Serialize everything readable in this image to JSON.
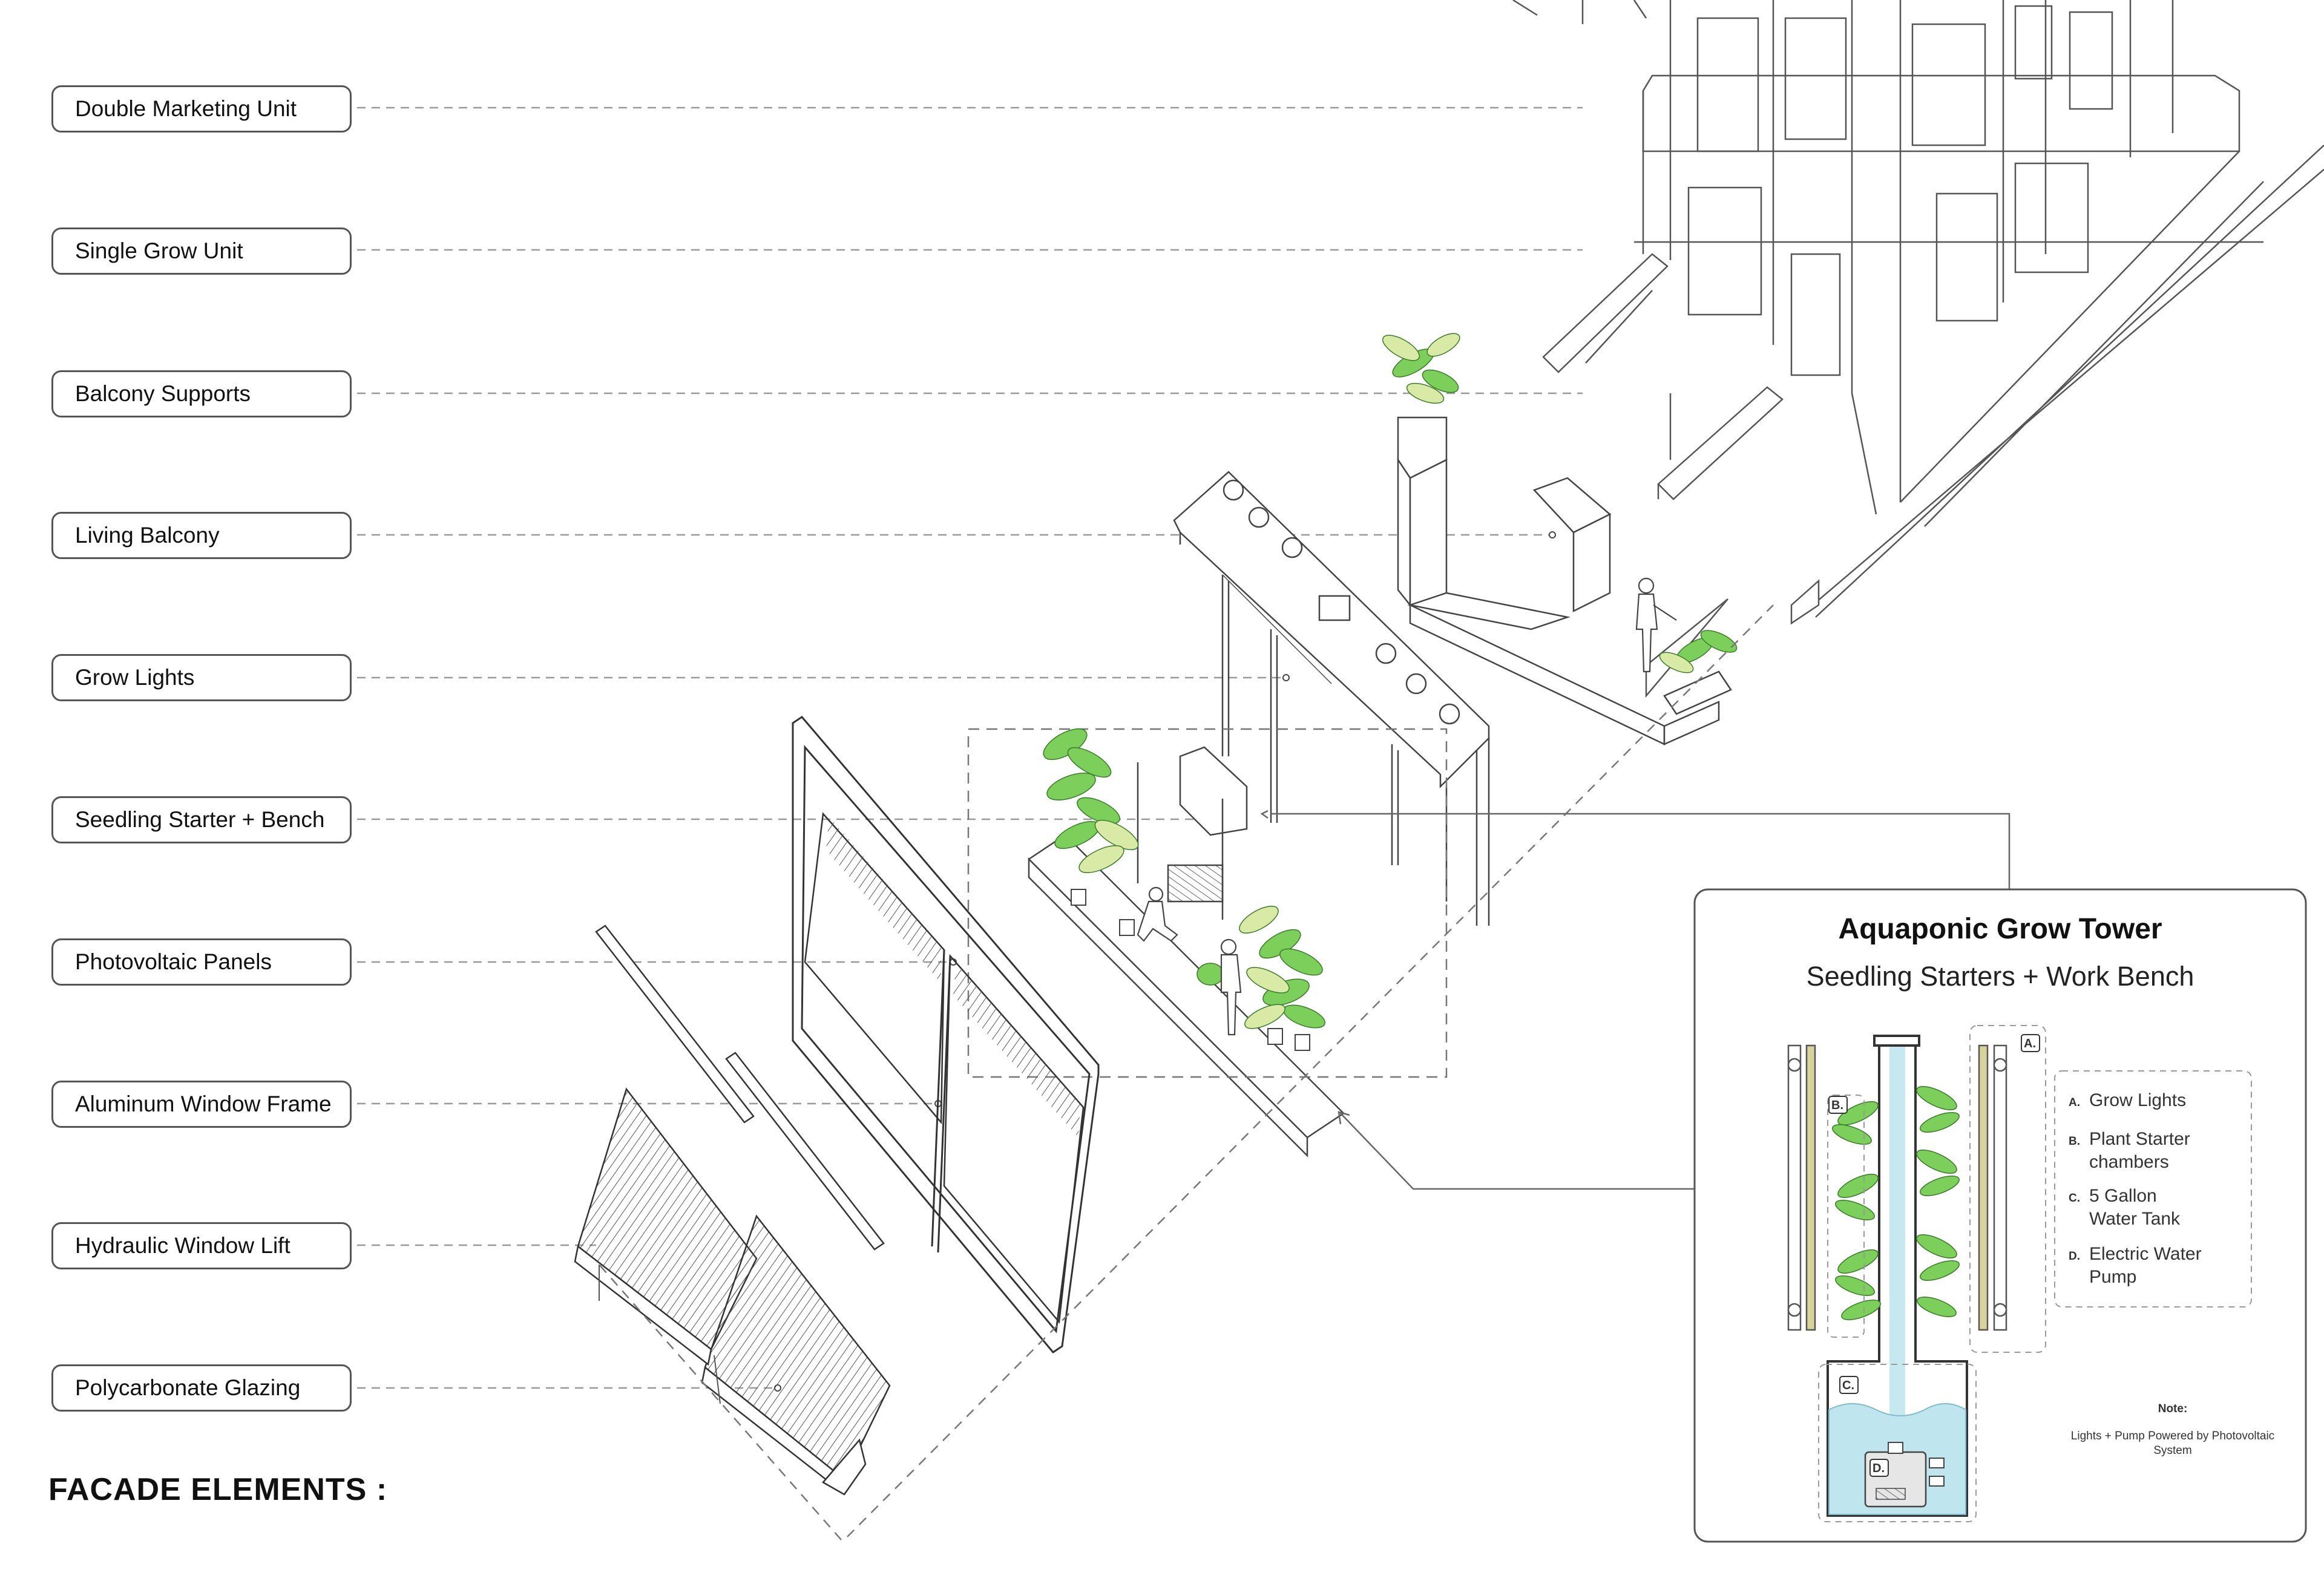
{
  "facade": {
    "title": "FACADE ELEMENTS :",
    "labels": [
      "Double Marketing Unit",
      "Single Grow Unit",
      "Balcony Supports",
      "Living Balcony",
      "Grow Lights",
      "Seedling Starter + Bench",
      "Photovoltaic Panels",
      "Aluminum Window Frame",
      "Hydraulic Window Lift",
      "Polycarbonate Glazing"
    ]
  },
  "inset": {
    "title": "Aquaponic Grow Tower",
    "subtitle": "Seedling Starters + Work Bench",
    "tags": [
      "A.",
      "B.",
      "C.",
      "D."
    ],
    "legend": [
      {
        "letter": "A.",
        "text": "Grow Lights"
      },
      {
        "letter": "B.",
        "text": "Plant Starter chambers"
      },
      {
        "letter": "C.",
        "text": "5 Gallon Water Tank"
      },
      {
        "letter": "D.",
        "text": "Electric Water Pump"
      }
    ],
    "note_title": "Note:",
    "note_text": "Lights + Pump Powered by Photovoltaic System"
  },
  "colors": {
    "line": "#333333",
    "leader": "#888888",
    "plant_green": "#7ccf5a",
    "plant_pale": "#d9e9a6",
    "water": "#bfe6ef",
    "light_bar": "#d8d39a"
  }
}
